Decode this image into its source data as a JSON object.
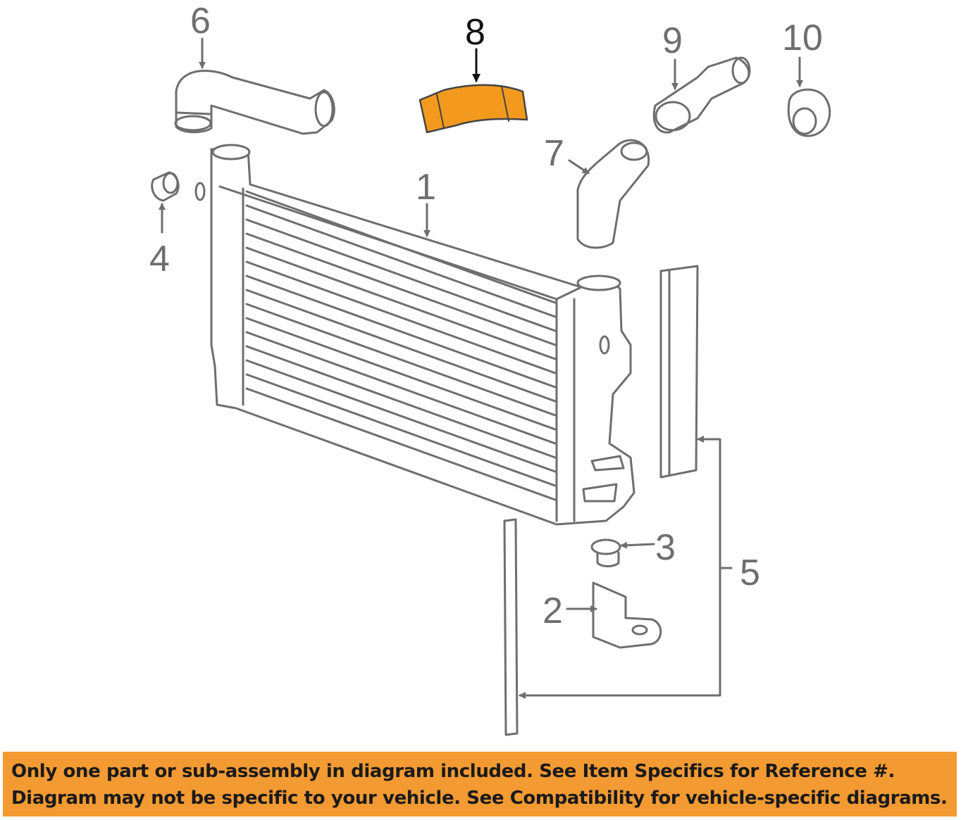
{
  "callouts": {
    "part_1": "1",
    "part_2": "2",
    "part_3": "3",
    "part_4": "4",
    "part_5": "5",
    "part_6": "6",
    "part_7": "7",
    "part_8": "8",
    "part_9": "9",
    "part_10": "10"
  },
  "highlighted_part": "8",
  "colors": {
    "line_art": "#6e6e6e",
    "highlight_fill": "#f39a1e",
    "banner_background": "#f39a33",
    "banner_text": "#1a1a1a"
  },
  "notice": {
    "line1": "Only one part or sub-assembly in diagram included. See Item Specifics for Reference #.",
    "line2": "Diagram may not be specific to your vehicle. See Compatibility for vehicle-specific diagrams."
  }
}
